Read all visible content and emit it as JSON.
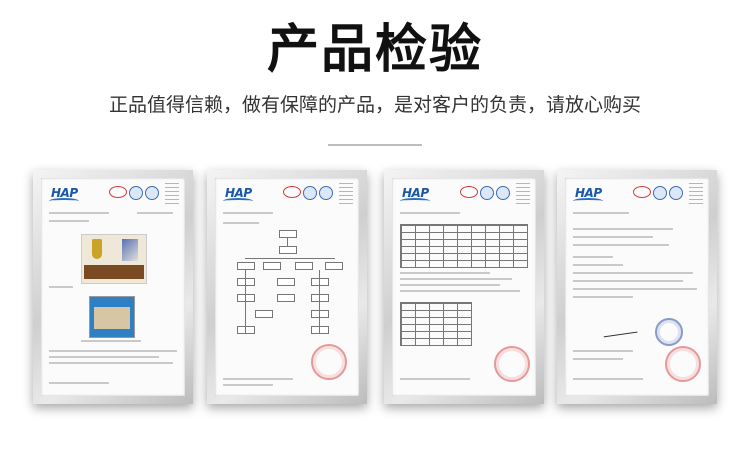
{
  "header": {
    "title": "产品检验",
    "subtitle": "正品值得信赖，做有保障的产品，是对客户的负责，请放心购买"
  },
  "certificates": [
    {
      "logo": "HAP",
      "report_title": "检测报告"
    },
    {
      "logo": "HAP",
      "report_title": "检测报告"
    },
    {
      "logo": "HAP",
      "report_title": "检测报告"
    },
    {
      "logo": "HAP",
      "report_title": "检测报告"
    }
  ],
  "colors": {
    "logo_blue": "#1b57a8",
    "seal_red": "#d74646",
    "frame_silver": "#cfcfcf"
  }
}
